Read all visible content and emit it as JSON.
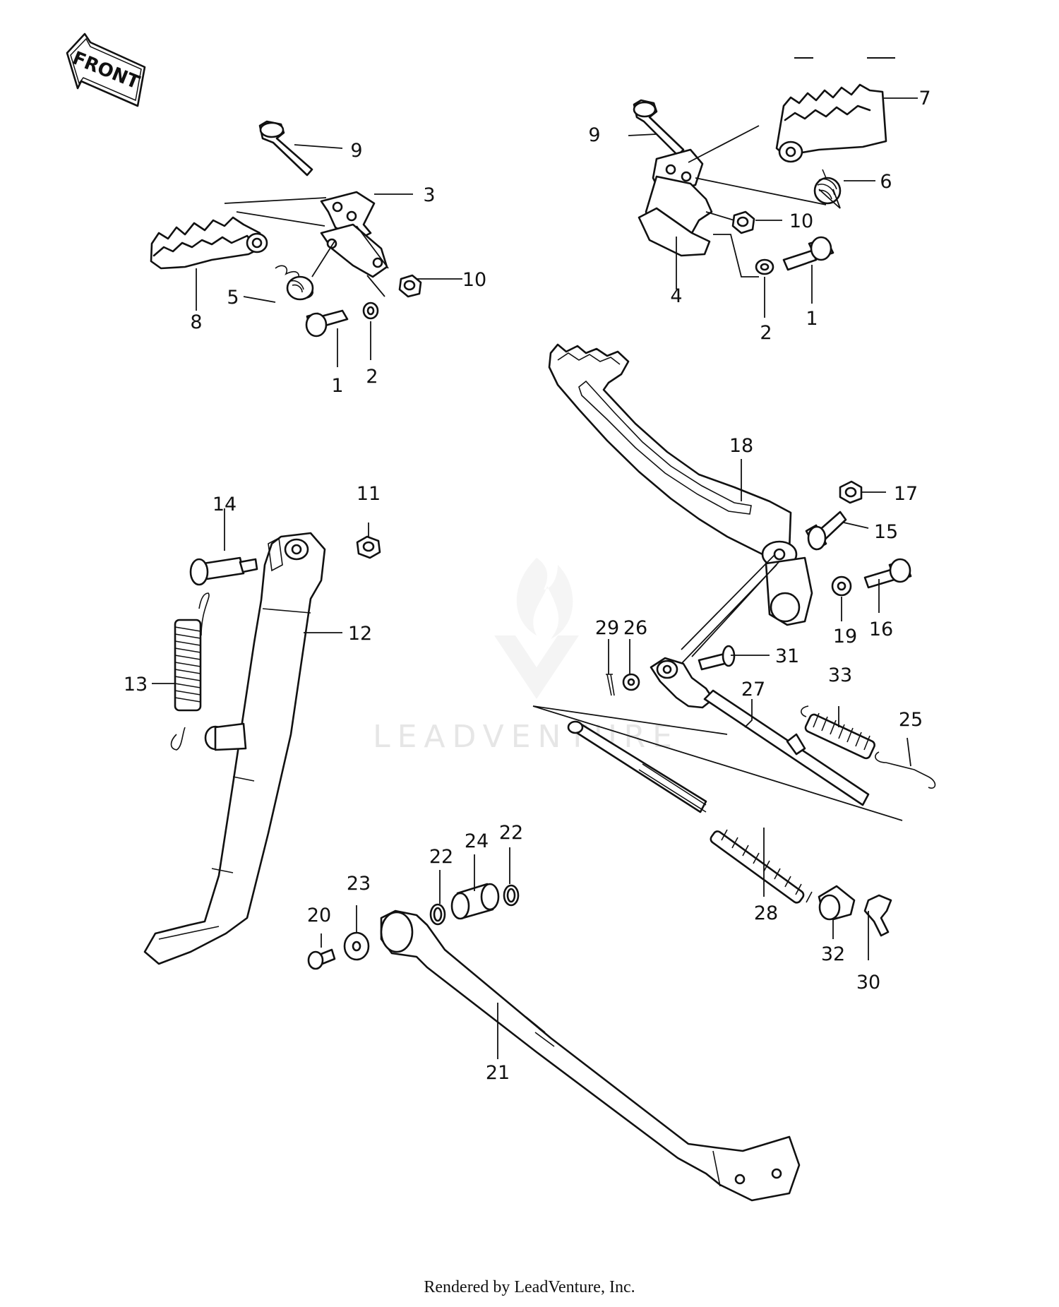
{
  "front_badge": "FRONT",
  "watermark": "LEADVENTURE",
  "footer": "Rendered by LeadVenture, Inc.",
  "callouts": {
    "c1a": "1",
    "c2a": "2",
    "c3": "3",
    "c5": "5",
    "c8": "8",
    "c9a": "9",
    "c10a": "10",
    "c1b": "1",
    "c2b": "2",
    "c4": "4",
    "c6": "6",
    "c7": "7",
    "c9b": "9",
    "c10b": "10",
    "c11": "11",
    "c12": "12",
    "c13": "13",
    "c14": "14",
    "c15": "15",
    "c16": "16",
    "c17": "17",
    "c18": "18",
    "c19": "19",
    "c20": "20",
    "c21": "21",
    "c22a": "22",
    "c22b": "22",
    "c23": "23",
    "c24": "24",
    "c25": "25",
    "c26": "26",
    "c27": "27",
    "c28": "28",
    "c29": "29",
    "c30": "30",
    "c31": "31",
    "c32": "32",
    "c33": "33"
  }
}
